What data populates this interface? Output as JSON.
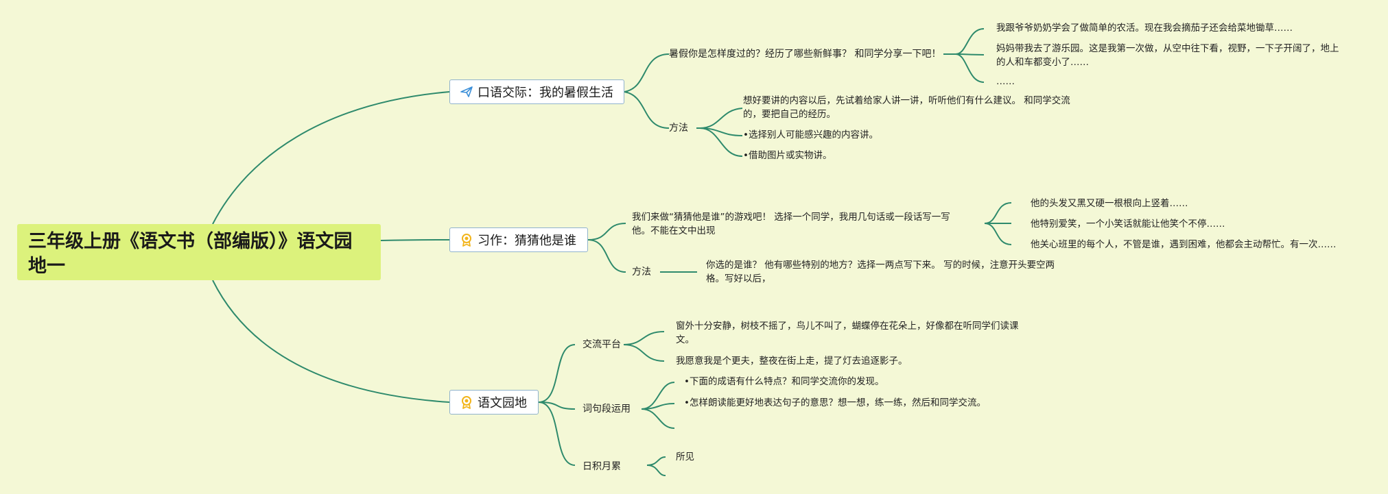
{
  "root": {
    "title": "三年级上册《语文书（部编版）》语文园地一"
  },
  "icons": {
    "koyu": "paper-plane-icon",
    "xizuo": "award-badge-icon",
    "yuandi": "award-badge-icon"
  },
  "colors": {
    "background": "#f4f8d6",
    "root": "#dcf27c",
    "link": "#2e8a6c",
    "topic_border": "#8fb2cc",
    "plane": "#3b8fd8",
    "badge": "#f2b41a"
  },
  "koyu": {
    "title": "口语交际：我的暑假生活",
    "question": "暑假你是怎样度过的？经历了哪些新鲜事？ 和同学分享一下吧！",
    "examples": [
      "我跟爷爷奶奶学会了做简单的农活。现在我会摘茄子还会给菜地锄草……",
      "妈妈带我去了游乐园。这是我第一次做，从空中往下看，视野，一下子开阔了，地上的人和车都变小了……",
      "……"
    ],
    "method_label": "方法",
    "methods": [
      "想好要讲的内容以后，先试着给家人讲一讲，听听他们有什么建议。 和同学交流的，要把自己的经历。",
      "•选择别人可能感兴趣的内容讲。",
      "•借助图片或实物讲。"
    ]
  },
  "xizuo": {
    "title": "习作：猜猜他是谁",
    "intro": "我们来做“猜猜他是谁”的游戏吧！ 选择一个同学，我用几句话或一段话写一写他。不能在文中出现",
    "examples": [
      "他的头发又黑又硬一根根向上竖着……",
      "他特别爱笑，一个小笑话就能让他笑个不停……",
      "他关心班里的每个人，不管是谁，遇到困难，他都会主动帮忙。有一次……"
    ],
    "method_label": "方法",
    "method": "你选的是谁？ 他有哪些特别的地方？选择一两点写下来。 写的时候，注意开头要空两格。写好以后，"
  },
  "yuandi": {
    "title": "语文园地",
    "jiaoliu_label": "交流平台",
    "jiaoliu": [
      "窗外十分安静，树枝不摇了，鸟儿不叫了，蝴蝶停在花朵上，好像都在听同学们读课文。",
      "我愿意我是个更夫，整夜在街上走，提了灯去追逐影子。"
    ],
    "ciju_label": "词句段运用",
    "ciju": [
      "•下面的成语有什么特点？和同学交流你的发现。",
      "•怎样朗读能更好地表达句子的意思？想一想，练一练，然后和同学交流。"
    ],
    "jilei_label": "日积月累",
    "jilei": [
      "所见"
    ]
  }
}
